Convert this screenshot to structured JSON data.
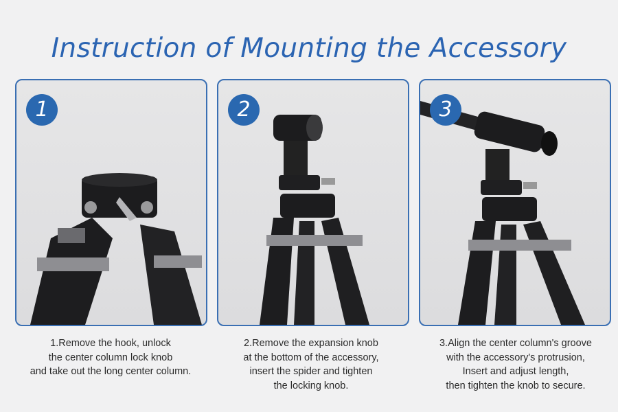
{
  "title": "Instruction of Mounting the Accessory",
  "steps": [
    {
      "number": "1",
      "lines": [
        "1.Remove the hook, unlock",
        "the center column lock knob",
        "and take out the long center column."
      ]
    },
    {
      "number": "2",
      "lines": [
        "2.Remove the expansion knob",
        "at the bottom of the accessory,",
        "insert the spider and tighten",
        "the locking knob."
      ]
    },
    {
      "number": "3",
      "lines": [
        "3.Align the center column's groove",
        "with the accessory's protrusion,",
        "Insert and adjust length,",
        "then tighten the knob to secure."
      ]
    }
  ],
  "colors": {
    "accent": "#2a68b0",
    "background": "#f1f1f2"
  }
}
